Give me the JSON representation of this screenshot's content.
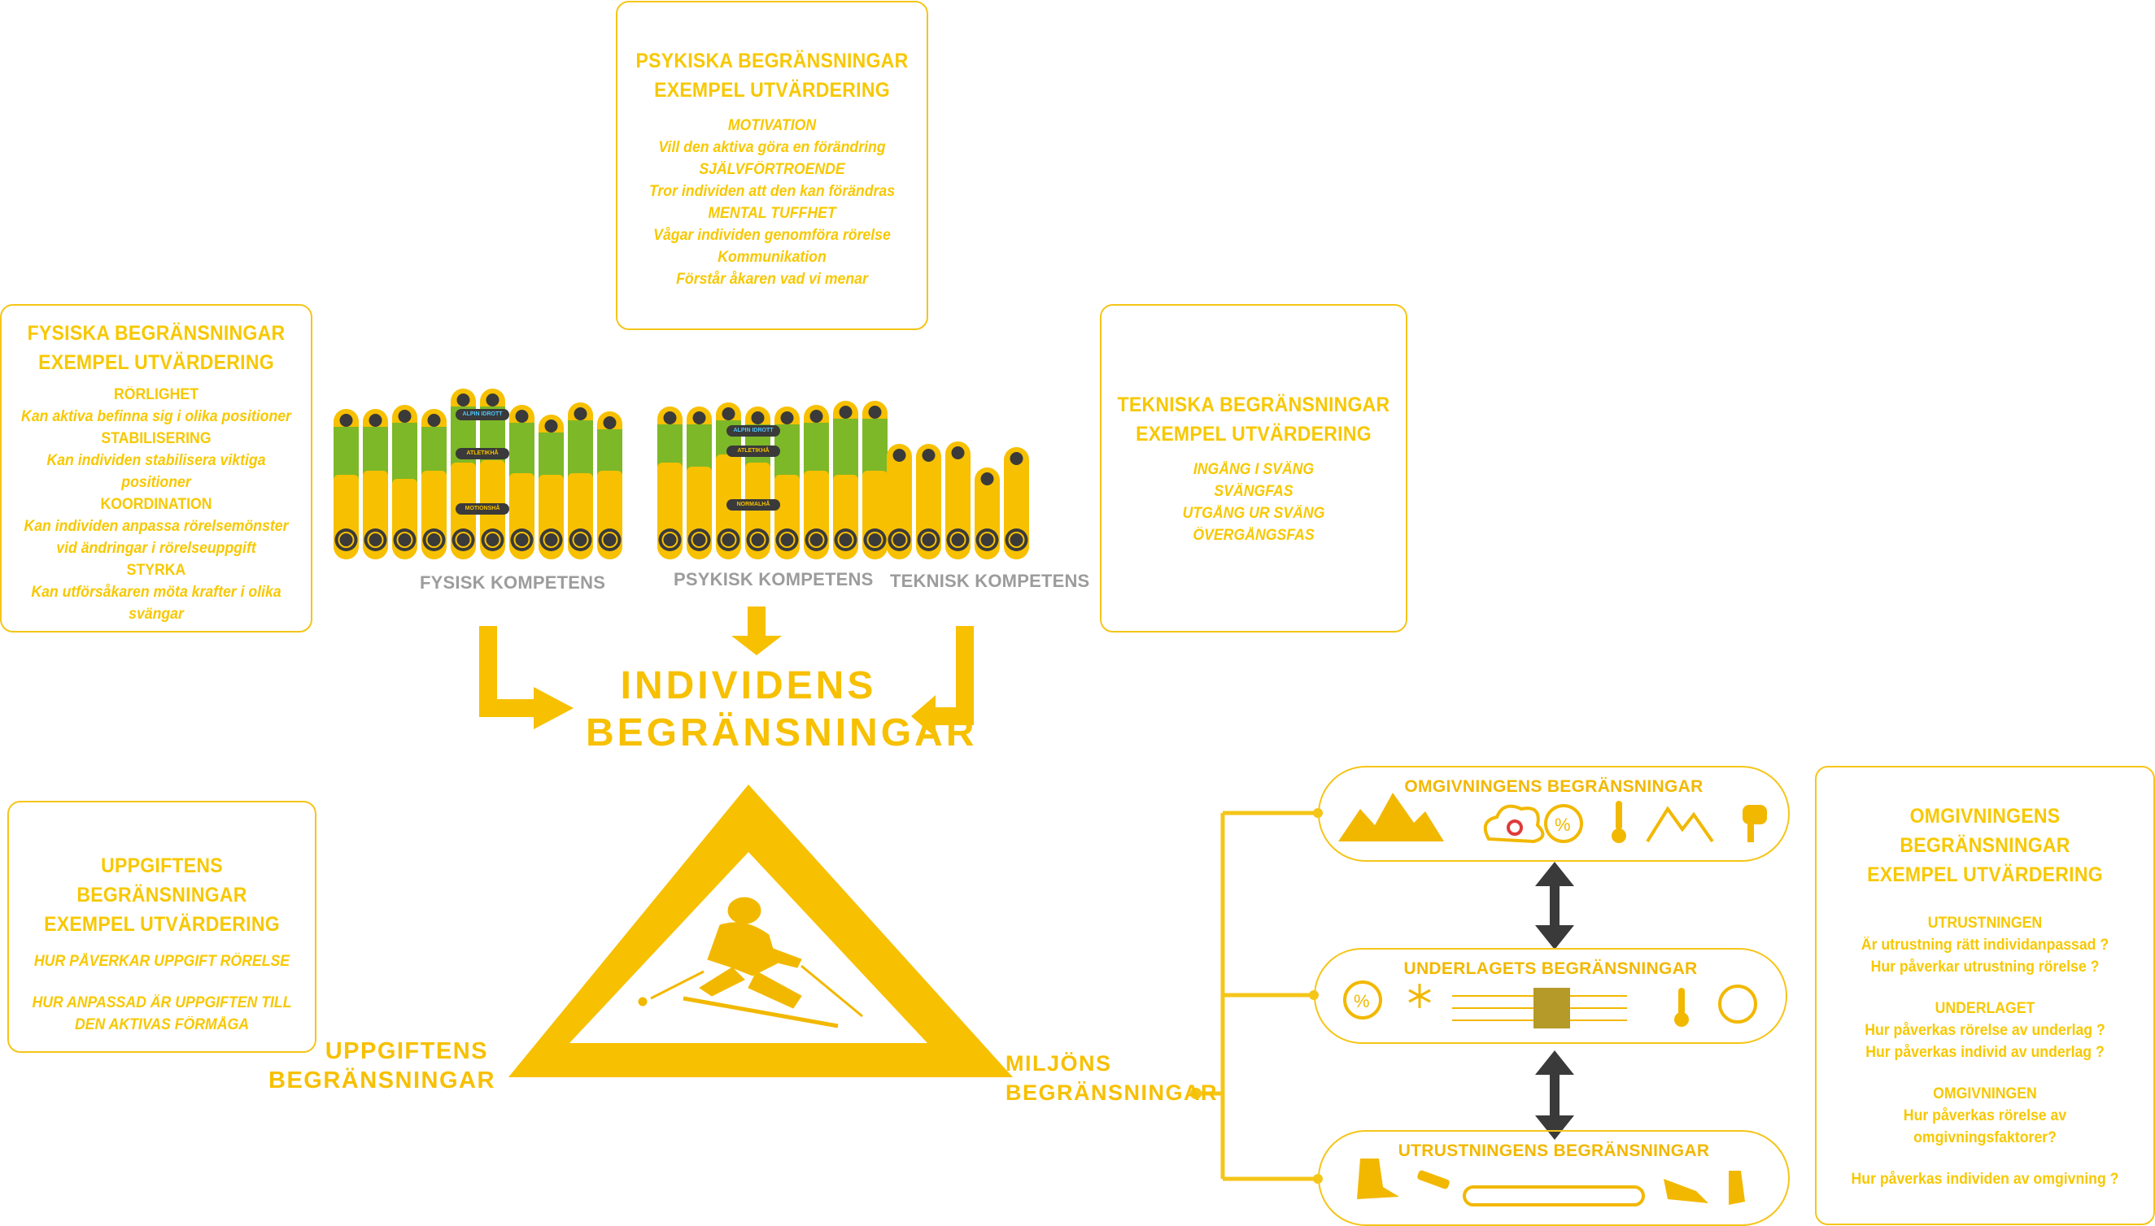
{
  "colors": {
    "accent": "#f7c000",
    "green": "#7db828",
    "grey": "#9c9c9c",
    "dark": "#3a3a3a",
    "border": "#f5c518"
  },
  "psykiska": {
    "title": [
      "PSYKISKA BEGRÄNSNINGAR",
      "EXEMPEL UTVÄRDERING"
    ],
    "lines": [
      "MOTIVATION",
      "Vill den aktiva  göra en förändring",
      "SJÄLVFÖRTROENDE",
      "Tror individen att den kan förändras",
      "MENTAL TUFFHET",
      "Vågar individen genomföra rörelse",
      "Kommunikation",
      "Förstår åkaren vad vi menar"
    ]
  },
  "fysiska": {
    "title": [
      "FYSISKA BEGRÄNSNINGAR",
      "EXEMPEL UTVÄRDERING"
    ],
    "lines": [
      {
        "t": "RÖRLIGHET",
        "s": "hd"
      },
      {
        "t": "Kan aktiva  befinna sig i olika positioner",
        "s": "it"
      },
      {
        "t": "STABILISERING",
        "s": "hd"
      },
      {
        "t": "Kan individen stabilisera viktiga",
        "s": "it"
      },
      {
        "t": "positioner",
        "s": "it"
      },
      {
        "t": "KOORDINATION",
        "s": "hd"
      },
      {
        "t": "Kan individen anpassa  rörelsemönster",
        "s": "it"
      },
      {
        "t": "vid ändringar i rörelseuppgift",
        "s": "it"
      },
      {
        "t": "STYRKA",
        "s": "hd"
      },
      {
        "t": "Kan  utförsåkaren möta krafter i olika",
        "s": "it"
      },
      {
        "t": "svängar",
        "s": "it"
      }
    ]
  },
  "tekniska": {
    "title": [
      "TEKNISKA BEGRÄNSNINGAR",
      "EXEMPEL UTVÄRDERING"
    ],
    "lines": [
      "INGÅNG I SVÄNG",
      "SVÄNGFAS",
      "UTGÅNG UR SVÄNG",
      "ÖVERGÅNGSFAS"
    ]
  },
  "uppgiftens_box": {
    "title": [
      "UPPGIFTENS BEGRÄNSNINGAR",
      "EXEMPEL UTVÄRDERING"
    ],
    "lines": [
      "HUR PÅVERKAR  UPPGIFT RÖRELSE",
      "",
      "HUR ANPASSAD ÄR UPPGIFTEN TILL",
      "DEN AKTIVAS FÖRMÅGA"
    ]
  },
  "omgivningens_box": {
    "title": [
      "OMGIVNINGENS BEGRÄNSNINGAR",
      "EXEMPEL UTVÄRDERING"
    ],
    "lines": [
      "UTRUSTNINGEN",
      "Är utrustning rätt individanpassad ?",
      "Hur påverkar utrustning rörelse ?",
      "",
      "UNDERLAGET",
      "Hur påverkas rörelse av underlag ?",
      "Hur påverkas individ av underlag ?",
      "",
      "OMGIVNINGEN",
      "Hur påverkas rörelse av",
      "omgivningsfaktorer?",
      "",
      "Hur påverkas individen av omgivning ?"
    ]
  },
  "competences": {
    "fysisk": "FYSISK KOMPETENS",
    "psykisk": "PSYKISK KOMPETENS",
    "teknisk": "TEKNISK KOMPETENS"
  },
  "bar_labels": {
    "alpin": "ALPIN IDROTT",
    "atlet": "ATLETIKHÅ",
    "motion": "MOTIONSHÅ",
    "normal": "NORMALHÅ"
  },
  "individens": [
    "INDIVIDENS",
    "BEGRÄNSNINGAR"
  ],
  "uppgiftens": [
    "UPPGIFTENS",
    "BEGRÄNSNINGAR"
  ],
  "miljons": [
    "MILJÖNS",
    "BEGRÄNSNINGAR"
  ],
  "pills": {
    "omgivning": "OMGIVNINGENS BEGRÄNSNINGAR",
    "underlag": "UNDERLAGETS BEGRÄNSNINGAR",
    "utrustning": "UTRUSTNINGENS BEGRÄNSNINGAR"
  }
}
